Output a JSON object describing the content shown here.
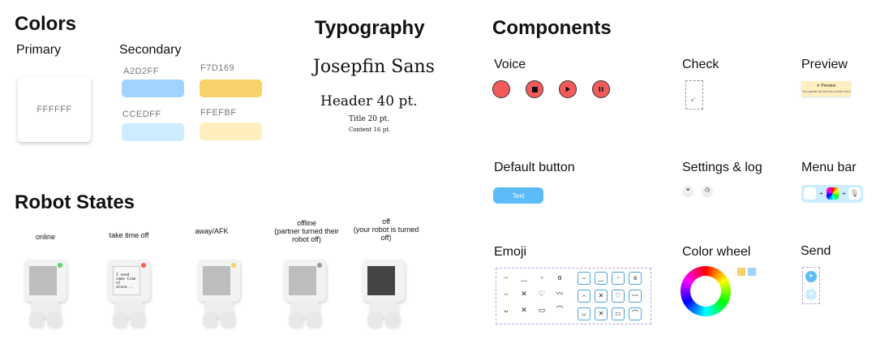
{
  "colors": {
    "title": "Colors",
    "primary_label": "Primary",
    "secondary_label": "Secondary",
    "primary": {
      "hex": "FFFFFF",
      "color": "#FFFFFF"
    },
    "secondary": [
      {
        "hex": "A2D2FF",
        "color": "#A2D2FF"
      },
      {
        "hex": "F7D169",
        "color": "#F7D169"
      },
      {
        "hex": "CCEDFF",
        "color": "#CCEDFF"
      },
      {
        "hex": "FFEFBF",
        "color": "#FFEFBF"
      }
    ]
  },
  "typography": {
    "title": "Typography",
    "font_name": "Josepfin Sans",
    "header": "Header 40 pt.",
    "title_sample": "Title 20 pt.",
    "content_sample": "Content 16 pt."
  },
  "robot_states": {
    "title": "Robot States",
    "states": [
      {
        "label": "online",
        "led": "#5ed15e",
        "screen": "#bdbdbd",
        "screen_text": ""
      },
      {
        "label": "take time off",
        "led": "#f25b5b",
        "screen": "#f5f5f5",
        "screen_text": "I need some time of alone..."
      },
      {
        "label": "away/AFK",
        "led": "#f7d169",
        "screen": "#bdbdbd",
        "screen_text": ""
      },
      {
        "label": "offline\n(partner turned their robot off)",
        "led": "#999999",
        "screen": "#bdbdbd",
        "screen_text": ""
      },
      {
        "label": "off\n(your robot is turned off)",
        "led": "",
        "screen": "#444444",
        "screen_text": ""
      }
    ]
  },
  "components": {
    "title": "Components",
    "voice": "Voice",
    "check": "Check",
    "preview": "Preview",
    "preview_title": "Preview",
    "preview_text": "Your partner will see this on their robot",
    "default_button": "Default button",
    "default_button_text": "Text",
    "settings_log": "Settings & log",
    "menu_bar": "Menu bar",
    "emoji": "Emoji",
    "color_wheel": "Color wheel",
    "send": "Send"
  },
  "accent_colors": {
    "voice_red": "#F55A5A",
    "button_blue": "#5BBCF7"
  }
}
